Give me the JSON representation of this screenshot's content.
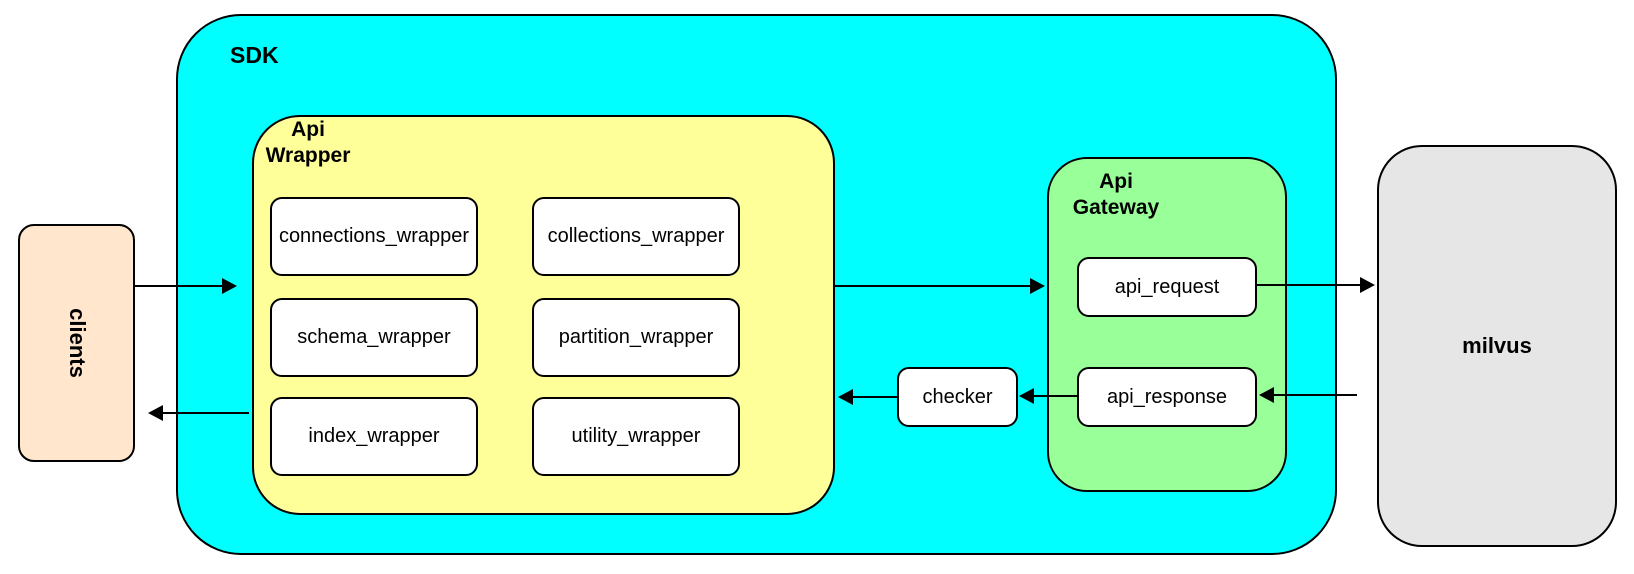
{
  "diagram": {
    "sdk": {
      "label": "SDK"
    },
    "clients": {
      "label": "clients"
    },
    "milvus": {
      "label": "milvus"
    },
    "api_wrapper": {
      "label_line1": "Api",
      "label_line2": "Wrapper",
      "boxes": [
        "connections_wrapper",
        "collections_wrapper",
        "schema_wrapper",
        "partition_wrapper",
        "index_wrapper",
        "utility_wrapper"
      ]
    },
    "api_gateway": {
      "label_line1": "Api",
      "label_line2": "Gateway",
      "boxes": [
        "api_request",
        "api_response"
      ]
    },
    "checker": {
      "label": "checker"
    },
    "colors": {
      "sdk_fill": "#00FFFF",
      "api_wrapper_fill": "#FFFF99",
      "api_gateway_fill": "#99FF99",
      "clients_fill": "#FFE6CC",
      "milvus_fill": "#E6E6E6",
      "node_fill": "#FFFFFF",
      "stroke": "#000000"
    }
  }
}
